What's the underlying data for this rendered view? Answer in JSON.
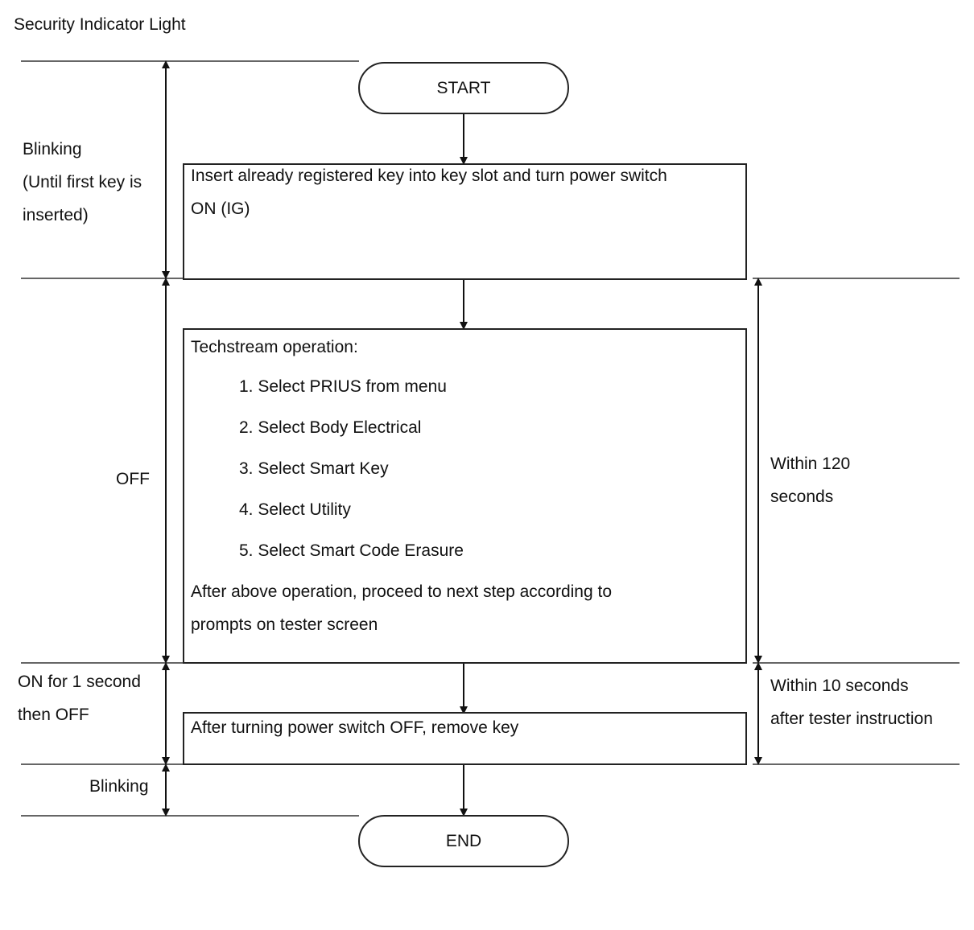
{
  "title": "Security Indicator Light",
  "start_label": "START",
  "end_label": "END",
  "steps": {
    "insert_key": [
      "Insert already registered key into key slot and turn power switch",
      "ON (IG)"
    ],
    "techstream": {
      "heading": "Techstream operation:",
      "items": [
        "1. Select PRIUS from menu",
        "2. Select Body Electrical",
        "3. Select Smart Key",
        "4. Select Utility",
        "5. Select Smart Code Erasure"
      ],
      "footer": [
        "After above operation, proceed to next step according to",
        "prompts on tester screen"
      ]
    },
    "remove_key": "After turning power switch OFF, remove key"
  },
  "indicator_states": {
    "blinking_first": [
      "Blinking",
      "(Until first key is",
      "inserted)"
    ],
    "off": "OFF",
    "on_then_off": [
      "ON for 1 second",
      "then OFF"
    ],
    "blinking_last": "Blinking"
  },
  "time_limits": {
    "within_120": [
      "Within 120",
      "seconds"
    ],
    "within_10": [
      "Within 10 seconds",
      "after tester instruction"
    ]
  }
}
